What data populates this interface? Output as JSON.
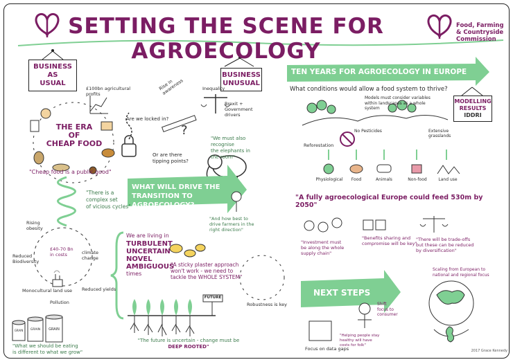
{
  "header": {
    "title": "SETTING THE SCENE FOR AGROECOLOGY",
    "org_line1": "Food, Farming",
    "org_line2": "& Countryside",
    "org_line3": "Commission"
  },
  "left": {
    "sign_bau_1": "BUSINESS",
    "sign_bau_2": "AS",
    "sign_bau_3": "USUAL",
    "profits": "£100bn agricultural profits",
    "era_1": "THE ERA",
    "era_2": "OF",
    "era_3": "CHEAP FOOD",
    "cheap_food": "\"Cheap food is a public good\"",
    "complex_1": "\"There is a",
    "complex_2": "complex set",
    "complex_3": "of vicious cycles\"",
    "rising_obesity": "Rising obesity",
    "reduced_bio": "Reduced Biodiversity",
    "cost": "£40-70 Bn in costs",
    "climate": "climate change",
    "mono": "Monocultural land use",
    "reduced_yields": "Reduced yields",
    "pollution": "Pollution",
    "eating_1": "\"What we should be eating",
    "eating_2": "is different to what we grow\"",
    "can_labels": [
      "GRAIN",
      "GRAIN",
      "GRAIN"
    ]
  },
  "middle": {
    "sign_bu_1": "BUSINESS",
    "sign_bu_2": "UNUSUAL",
    "locked": "Are we locked in?",
    "tipping_1": "Or are there",
    "tipping_2": "tipping points?",
    "awareness": "Rise in awareness",
    "inequality": "Inequality",
    "brexit": "Brexit + Government drivers",
    "elephant_1": "\"We must also recognise",
    "elephant_2": "the elephants in",
    "elephant_3": "the room\"",
    "drive_1": "WHAT WILL DRIVE THE",
    "drive_2": "TRANSITION TO AGROECOLOGY?",
    "how_1": "\"And how best to",
    "how_2": "drive farmers in the",
    "how_3": "right direction\"",
    "living_1": "We are living in",
    "turbulent": "TURBULENT",
    "uncertain": "UNCERTAIN",
    "novel": "NOVEL",
    "ambiguous": "AMBIGUOUS",
    "times": "times",
    "plaster_1": "\"A sticky plaster approach",
    "plaster_2": "won't work - we need to",
    "plaster_3": "tackle the WHOLE SYSTEM\"",
    "future_sign": "FUTURE",
    "robustness": "Robustness is key",
    "uncertain_1": "\"The future is uncertain - change must be",
    "uncertain_2": "DEEP ROOTED\""
  },
  "right": {
    "ten_years": "TEN YEARS FOR AGROECOLOGY IN EUROPE",
    "conditions": "What conditions would allow a food system to thrive?",
    "models": "Models must consider variables within landscapes as a whole system",
    "modelling_1": "MODELLING",
    "modelling_2": "RESULTS",
    "modelling_3": "IDDRI",
    "reforestation": "Reforestation",
    "no_pesticides": "No Pesticides",
    "extensive": "Extensive grasslands",
    "outputs": [
      "Physiological",
      "Food",
      "Animals",
      "Non-food",
      "Land use"
    ],
    "europe_quote": "\"A fully agroecological Europe could feed 530m by 2050\"",
    "invest_1": "\"Investment must",
    "invest_2": "be along the whole",
    "invest_3": "supply chain\"",
    "benefits_1": "\"Benefits sharing and",
    "benefits_2": "compromise will be key\"",
    "tradeoffs_1": "\"There will be trade-offs",
    "tradeoffs_2": "but these can be reduced",
    "tradeoffs_3": "by diversification\"",
    "next_steps": "NEXT STEPS",
    "data_gaps": "Focus on data gaps",
    "shift_1": "Shift",
    "shift_2": "focus to",
    "shift_3": "consumer",
    "scaling_1": "Scaling from European to",
    "scaling_2": "national and regional focus",
    "people_1": "\"Helping people stay",
    "people_2": "healthy will have",
    "people_3": "costs for folk\"",
    "credit": "2017 Grace Kennedy"
  },
  "colors": {
    "purple": "#7b1d63",
    "green": "#7fcf93",
    "ink": "#2a2a2a"
  }
}
